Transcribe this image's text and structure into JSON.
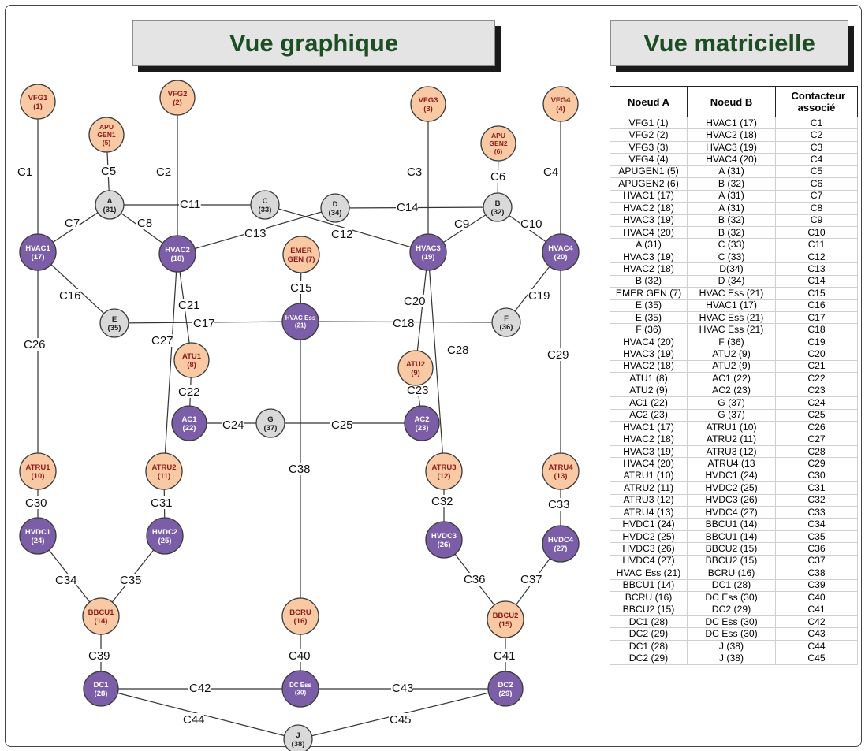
{
  "titles": {
    "graph": "Vue graphique",
    "matrix": "Vue matricielle"
  },
  "colors": {
    "purple": "#7b5ea7",
    "orange": "#f8c9a3",
    "grey": "#d9d9d9",
    "title_green": "#1d4d22"
  },
  "nodes": [
    {
      "id": "VFG1",
      "lines": [
        "VFG1",
        "(1)"
      ],
      "kind": "orange"
    },
    {
      "id": "VFG2",
      "lines": [
        "VFG2",
        "(2)"
      ],
      "kind": "orange"
    },
    {
      "id": "VFG3",
      "lines": [
        "VFG3",
        "(3)"
      ],
      "kind": "orange"
    },
    {
      "id": "VFG4",
      "lines": [
        "VFG4",
        "(4)"
      ],
      "kind": "orange"
    },
    {
      "id": "APUGEN1",
      "lines": [
        "APU",
        "GEN1",
        "(5)"
      ],
      "kind": "orange"
    },
    {
      "id": "APUGEN2",
      "lines": [
        "APU",
        "GEN2",
        "(6)"
      ],
      "kind": "orange"
    },
    {
      "id": "A",
      "lines": [
        "A",
        "(31)"
      ],
      "kind": "grey"
    },
    {
      "id": "B",
      "lines": [
        "B",
        "(32)"
      ],
      "kind": "grey"
    },
    {
      "id": "C",
      "lines": [
        "C",
        "(33)"
      ],
      "kind": "grey"
    },
    {
      "id": "D",
      "lines": [
        "D",
        "(34)"
      ],
      "kind": "grey"
    },
    {
      "id": "E",
      "lines": [
        "E",
        "(35)"
      ],
      "kind": "grey"
    },
    {
      "id": "F",
      "lines": [
        "F",
        "(36)"
      ],
      "kind": "grey"
    },
    {
      "id": "G",
      "lines": [
        "G",
        "(37)"
      ],
      "kind": "grey"
    },
    {
      "id": "J",
      "lines": [
        "J",
        "(38)"
      ],
      "kind": "grey"
    },
    {
      "id": "HVAC1",
      "lines": [
        "HVAC1",
        "(17)"
      ],
      "kind": "purple"
    },
    {
      "id": "HVAC2",
      "lines": [
        "HVAC2",
        "(18)"
      ],
      "kind": "purple"
    },
    {
      "id": "HVAC3",
      "lines": [
        "HVAC3",
        "(19)"
      ],
      "kind": "purple"
    },
    {
      "id": "HVAC4",
      "lines": [
        "HVAC4",
        "(20)"
      ],
      "kind": "purple"
    },
    {
      "id": "EMERGEN",
      "lines": [
        "EMER",
        "GEN (7)"
      ],
      "kind": "orange"
    },
    {
      "id": "HVACESS",
      "lines": [
        "HVAC Ess",
        "(21)"
      ],
      "kind": "purple"
    },
    {
      "id": "ATU1",
      "lines": [
        "ATU1",
        "(8)"
      ],
      "kind": "orange"
    },
    {
      "id": "ATU2",
      "lines": [
        "ATU2",
        "(9)"
      ],
      "kind": "orange"
    },
    {
      "id": "AC1",
      "lines": [
        "AC1",
        "(22)"
      ],
      "kind": "purple"
    },
    {
      "id": "AC2",
      "lines": [
        "AC2",
        "(23)"
      ],
      "kind": "purple"
    },
    {
      "id": "ATRU1",
      "lines": [
        "ATRU1",
        "(10)"
      ],
      "kind": "orange"
    },
    {
      "id": "ATRU2",
      "lines": [
        "ATRU2",
        "(11)"
      ],
      "kind": "orange"
    },
    {
      "id": "ATRU3",
      "lines": [
        "ATRU3",
        "(12)"
      ],
      "kind": "orange"
    },
    {
      "id": "ATRU4",
      "lines": [
        "ATRU4",
        "(13)"
      ],
      "kind": "orange"
    },
    {
      "id": "HVDC1",
      "lines": [
        "HVDC1",
        "(24)"
      ],
      "kind": "purple"
    },
    {
      "id": "HVDC2",
      "lines": [
        "HVDC2",
        "(25)"
      ],
      "kind": "purple"
    },
    {
      "id": "HVDC3",
      "lines": [
        "HVDC3",
        "(26)"
      ],
      "kind": "purple"
    },
    {
      "id": "HVDC4",
      "lines": [
        "HVDC4",
        "(27)"
      ],
      "kind": "purple"
    },
    {
      "id": "BBCU1",
      "lines": [
        "BBCU1",
        "(14)"
      ],
      "kind": "orange"
    },
    {
      "id": "BCRU",
      "lines": [
        "BCRU",
        "(16)"
      ],
      "kind": "orange"
    },
    {
      "id": "BBCU2",
      "lines": [
        "BBCU2",
        "(15)"
      ],
      "kind": "orange"
    },
    {
      "id": "DC1",
      "lines": [
        "DC1",
        "(28)"
      ],
      "kind": "purple"
    },
    {
      "id": "DCESS",
      "lines": [
        "DC Ess",
        "(30)"
      ],
      "kind": "purple"
    },
    {
      "id": "DC2",
      "lines": [
        "DC2",
        "(29)"
      ],
      "kind": "purple"
    }
  ],
  "edges": [
    {
      "label": "C1",
      "from": "VFG1",
      "to": "HVAC1"
    },
    {
      "label": "C2",
      "from": "VFG2",
      "to": "HVAC2"
    },
    {
      "label": "C3",
      "from": "VFG3",
      "to": "HVAC3"
    },
    {
      "label": "C4",
      "from": "VFG4",
      "to": "HVAC4"
    },
    {
      "label": "C5",
      "from": "APUGEN1",
      "to": "A"
    },
    {
      "label": "C6",
      "from": "APUGEN2",
      "to": "B"
    },
    {
      "label": "C7",
      "from": "HVAC1",
      "to": "A"
    },
    {
      "label": "C8",
      "from": "HVAC2",
      "to": "A"
    },
    {
      "label": "C9",
      "from": "HVAC3",
      "to": "B"
    },
    {
      "label": "C10",
      "from": "HVAC4",
      "to": "B"
    },
    {
      "label": "C11",
      "from": "A",
      "to": "C"
    },
    {
      "label": "C12",
      "from": "HVAC3",
      "to": "C"
    },
    {
      "label": "C13",
      "from": "HVAC2",
      "to": "D"
    },
    {
      "label": "C14",
      "from": "B",
      "to": "D"
    },
    {
      "label": "C15",
      "from": "EMERGEN",
      "to": "HVACESS"
    },
    {
      "label": "C16",
      "from": "HVAC1",
      "to": "E"
    },
    {
      "label": "C17",
      "from": "E",
      "to": "HVACESS"
    },
    {
      "label": "C18",
      "from": "F",
      "to": "HVACESS"
    },
    {
      "label": "C19",
      "from": "HVAC4",
      "to": "F"
    },
    {
      "label": "C20",
      "from": "HVAC3",
      "to": "ATU2"
    },
    {
      "label": "C21",
      "from": "HVAC2",
      "to": "ATU1"
    },
    {
      "label": "C22",
      "from": "ATU1",
      "to": "AC1"
    },
    {
      "label": "C23",
      "from": "ATU2",
      "to": "AC2"
    },
    {
      "label": "C24",
      "from": "AC1",
      "to": "G"
    },
    {
      "label": "C25",
      "from": "AC2",
      "to": "G"
    },
    {
      "label": "C26",
      "from": "HVAC1",
      "to": "ATRU1"
    },
    {
      "label": "C27",
      "from": "HVAC2",
      "to": "ATRU2"
    },
    {
      "label": "C28",
      "from": "HVAC3",
      "to": "ATRU3"
    },
    {
      "label": "C29",
      "from": "HVAC4",
      "to": "ATRU4"
    },
    {
      "label": "C30",
      "from": "ATRU1",
      "to": "HVDC1"
    },
    {
      "label": "C31",
      "from": "ATRU2",
      "to": "HVDC2"
    },
    {
      "label": "C32",
      "from": "ATRU3",
      "to": "HVDC3"
    },
    {
      "label": "C33",
      "from": "ATRU4",
      "to": "HVDC4"
    },
    {
      "label": "C34",
      "from": "HVDC1",
      "to": "BBCU1"
    },
    {
      "label": "C35",
      "from": "HVDC2",
      "to": "BBCU1"
    },
    {
      "label": "C36",
      "from": "HVDC3",
      "to": "BBCU2"
    },
    {
      "label": "C37",
      "from": "HVDC4",
      "to": "BBCU2"
    },
    {
      "label": "C38",
      "from": "HVACESS",
      "to": "BCRU"
    },
    {
      "label": "C39",
      "from": "BBCU1",
      "to": "DC1"
    },
    {
      "label": "C40",
      "from": "BCRU",
      "to": "DCESS"
    },
    {
      "label": "C41",
      "from": "BBCU2",
      "to": "DC2"
    },
    {
      "label": "C42",
      "from": "DC1",
      "to": "DCESS"
    },
    {
      "label": "C43",
      "from": "DC2",
      "to": "DCESS"
    },
    {
      "label": "C44",
      "from": "DC1",
      "to": "J"
    },
    {
      "label": "C45",
      "from": "DC2",
      "to": "J"
    }
  ],
  "matrix": {
    "headers": [
      "Noeud A",
      "Noeud B",
      "Contacteur associé"
    ],
    "rows": [
      [
        "VFG1 (1)",
        "HVAC1 (17)",
        "C1"
      ],
      [
        "VFG2 (2)",
        "HVAC2 (18)",
        "C2"
      ],
      [
        "VFG3 (3)",
        "HVAC3 (19)",
        "C3"
      ],
      [
        "VFG4 (4)",
        "HVAC4 (20)",
        "C4"
      ],
      [
        "APUGEN1 (5)",
        "A (31)",
        "C5"
      ],
      [
        "APUGEN2 (6)",
        "B (32)",
        "C6"
      ],
      [
        "HVAC1 (17)",
        "A (31)",
        "C7"
      ],
      [
        "HVAC2 (18)",
        "A (31)",
        "C8"
      ],
      [
        "HVAC3 (19)",
        "B (32)",
        "C9"
      ],
      [
        "HVAC4 (20)",
        "B (32)",
        "C10"
      ],
      [
        "A (31)",
        "C (33)",
        "C11"
      ],
      [
        "HVAC3 (19)",
        "C (33)",
        "C12"
      ],
      [
        "HVAC2 (18)",
        "D(34)",
        "C13"
      ],
      [
        "B (32)",
        "D (34)",
        "C14"
      ],
      [
        "EMER GEN (7)",
        "HVAC Ess (21)",
        "C15"
      ],
      [
        "E (35)",
        "HVAC1 (17)",
        "C16"
      ],
      [
        "E (35)",
        "HVAC Ess (21)",
        "C17"
      ],
      [
        "F (36)",
        "HVAC Ess (21)",
        "C18"
      ],
      [
        "HVAC4 (20)",
        "F (36)",
        "C19"
      ],
      [
        "HVAC3 (19)",
        "ATU2 (9)",
        "C20"
      ],
      [
        "HVAC2 (18)",
        "ATU2 (9)",
        "C21"
      ],
      [
        "ATU1 (8)",
        "AC1 (22)",
        "C22"
      ],
      [
        "ATU2 (9)",
        "AC2 (23)",
        "C23"
      ],
      [
        "AC1 (22)",
        "G (37)",
        "C24"
      ],
      [
        "AC2 (23)",
        "G (37)",
        "C25"
      ],
      [
        "HVAC1 (17)",
        "ATRU1 (10)",
        "C26"
      ],
      [
        "HVAC2 (18)",
        "ATRU2 (11)",
        "C27"
      ],
      [
        "HVAC3 (19)",
        "ATRU3 (12)",
        "C28"
      ],
      [
        "HVAC4 (20)",
        "ATRU4 (13",
        "C29"
      ],
      [
        "ATRU1 (10)",
        "HVDC1 (24)",
        "C30"
      ],
      [
        "ATRU2 (11)",
        "HVDC2 (25)",
        "C31"
      ],
      [
        "ATRU3 (12)",
        "HVDC3 (26)",
        "C32"
      ],
      [
        "ATRU4 (13)",
        "HVDC4 (27)",
        "C33"
      ],
      [
        "HVDC1 (24)",
        "BBCU1 (14)",
        "C34"
      ],
      [
        "HVDC2 (25)",
        "BBCU1 (14)",
        "C35"
      ],
      [
        "HVDC3 (26)",
        "BBCU2 (15)",
        "C36"
      ],
      [
        "HVDC4 (27)",
        "BBCU2 (15)",
        "C37"
      ],
      [
        "HVAC Ess (21)",
        "BCRU (16)",
        "C38"
      ],
      [
        "BBCU1 (14)",
        "DC1 (28)",
        "C39"
      ],
      [
        "BCRU (16)",
        "DC Ess (30)",
        "C40"
      ],
      [
        "BBCU2 (15)",
        "DC2 (29)",
        "C41"
      ],
      [
        "DC1 (28)",
        "DC Ess (30)",
        "C42"
      ],
      [
        "DC2 (29)",
        "DC Ess (30)",
        "C43"
      ],
      [
        "DC1 (28)",
        "J (38)",
        "C44"
      ],
      [
        "DC2 (29)",
        "J (38)",
        "C45"
      ]
    ]
  }
}
